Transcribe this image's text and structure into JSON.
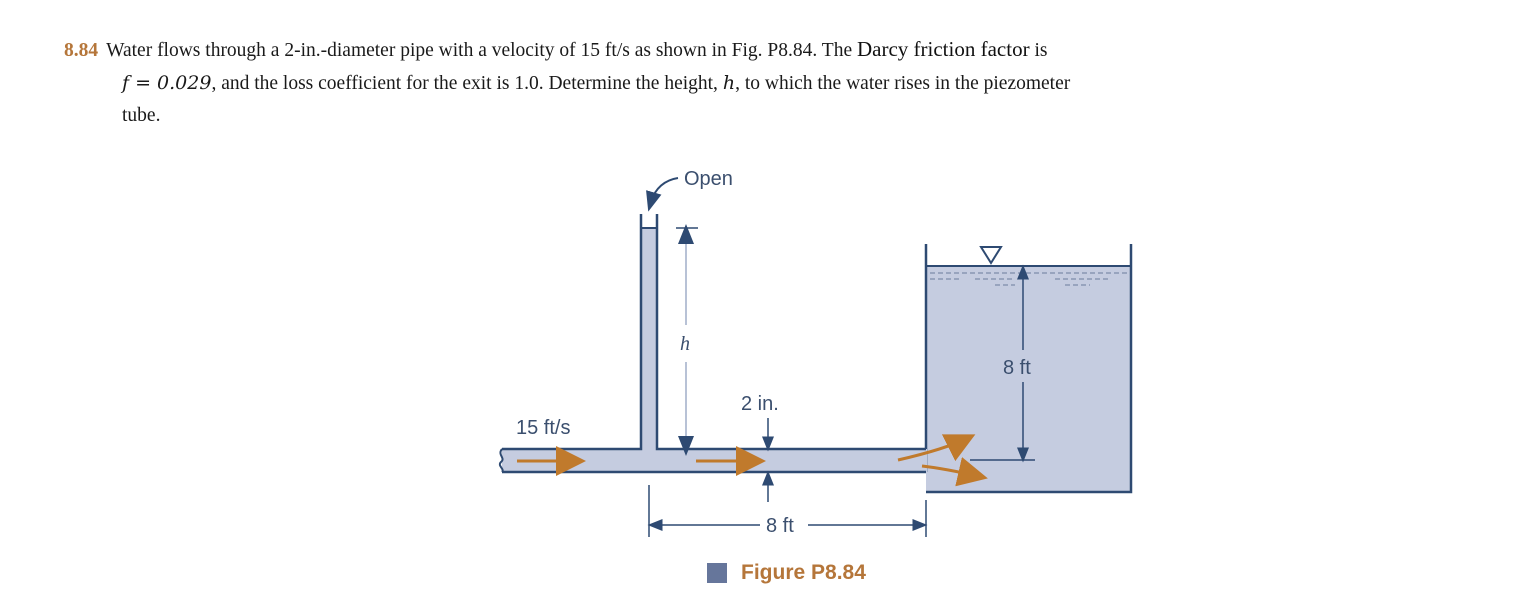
{
  "problem": {
    "number": "8.84",
    "line1": "Water flows through a 2-in.-diameter pipe with a velocity of 15 ft/s as shown in Fig. P8.84. The ",
    "line1_emph": "Darcy friction factor",
    "line1_end": " is",
    "line2_math": "f = 0.029",
    "line2": ", and the loss coefficient for the exit is 1.0. Determine the height, ",
    "line2_h": "h",
    "line2_end": ", to which the water rises in the piezometer",
    "line3": "tube."
  },
  "figure": {
    "labels": {
      "open": "Open",
      "h": "h",
      "pipe_diameter": "2 in.",
      "velocity": "15 ft/s",
      "tank_depth": "8 ft",
      "pipe_length": "8 ft"
    },
    "caption": "Figure P8.84",
    "colors": {
      "water": "#c5cce0",
      "outline": "#2e4a72",
      "flow_arrow": "#c07a2c",
      "caption_square": "#66769b",
      "caption_text": "#b5763a"
    }
  }
}
